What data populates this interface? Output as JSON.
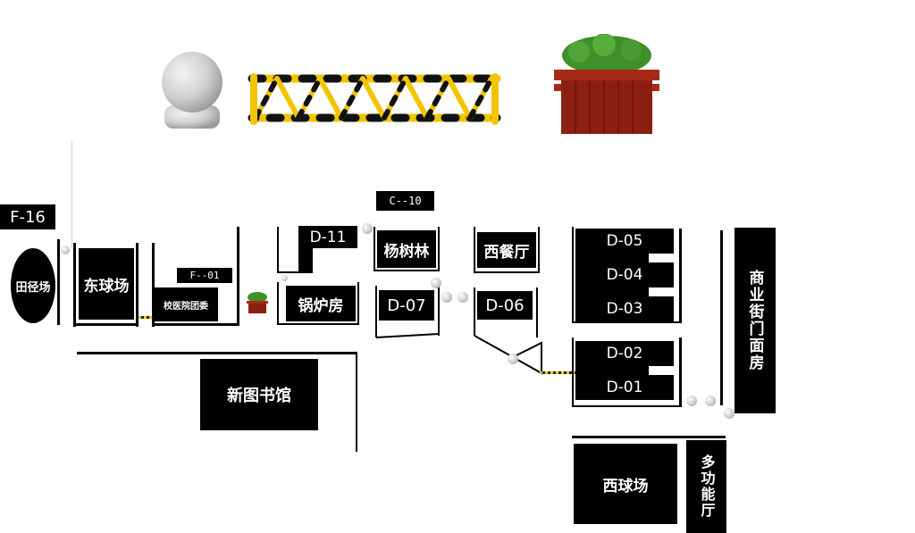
{
  "legend": {
    "items": [
      {
        "icon": "stone-ball-bollard-icon"
      },
      {
        "icon": "barrier-gate-icon"
      },
      {
        "icon": "planter-box-icon"
      }
    ]
  },
  "buildings": {
    "tianjingchang": "田径场",
    "dongqiuchang": "东球场",
    "xiaoyiyuan": "校医院团委",
    "guoluyang": "锅炉房",
    "yangshulin": "杨树林",
    "xicanting": "西餐厅",
    "xintushuguan": "新图书馆",
    "xiqiuchang": "西球场",
    "duogongnengting": "多功能厅",
    "shangyejie": "商业街门面房"
  },
  "labels": {
    "f16": "F-16",
    "f01": "F--01",
    "c10": "C--10",
    "d11": "D-11",
    "d07": "D-07",
    "d06": "D-06",
    "d05": "D-05",
    "d04": "D-04",
    "d03": "D-03",
    "d02": "D-02",
    "d01": "D-01"
  },
  "colors": {
    "block": "#000000",
    "barrier_yellow": "#f2c500",
    "planter_wood": "#8b1f12",
    "foliage": "#3f8f2a",
    "stone": "#c8c8c8"
  }
}
